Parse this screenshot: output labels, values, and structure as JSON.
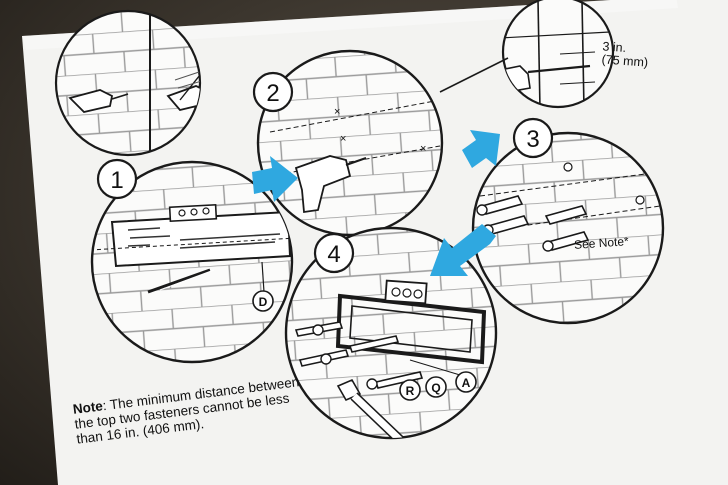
{
  "steps": [
    {
      "number": "1"
    },
    {
      "number": "2"
    },
    {
      "number": "3"
    },
    {
      "number": "4"
    }
  ],
  "parts": {
    "d": "D",
    "r": "R",
    "q": "Q",
    "a": "A"
  },
  "dimension": {
    "line1": "3 in.",
    "line2": "(75 mm)"
  },
  "see_note": "See Note*",
  "note": {
    "label": "Note",
    "text": ": The minimum distance between the top two fasteners cannot be less than 16 in. (406 mm)."
  },
  "colors": {
    "arrow": "#2fa8e0",
    "paper": "#f4f4f2",
    "line": "#1a1a1a"
  }
}
